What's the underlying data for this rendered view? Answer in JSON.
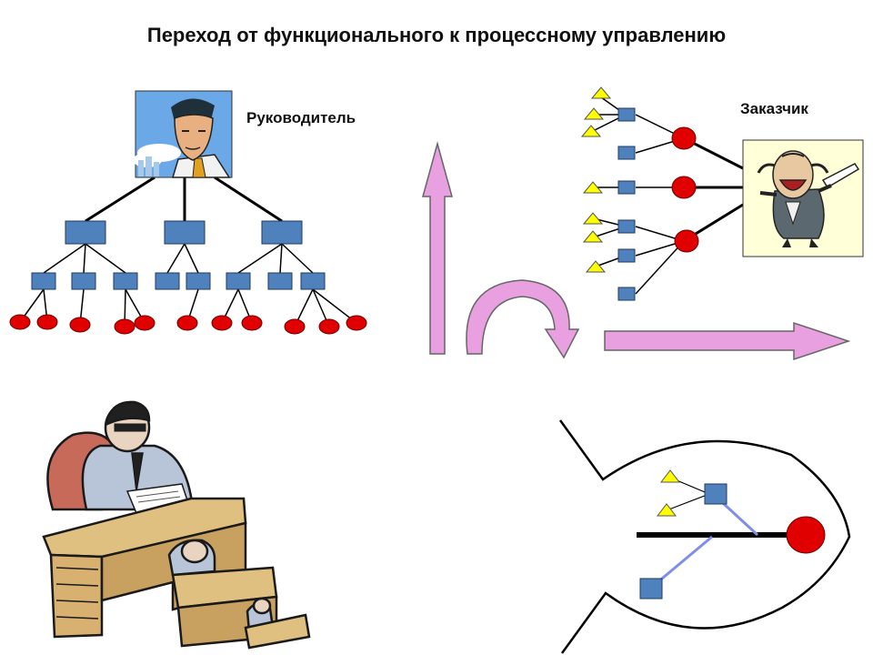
{
  "slide": {
    "title": "Переход от функционального к процессному управлению"
  },
  "labels": {
    "manager": "Руководитель",
    "customer": "Заказчик"
  },
  "colors": {
    "node_blue": "#4f81bd",
    "node_red": "#e00000",
    "triangle_yellow": "#ffff00",
    "arrow_pink": "#e8a0e0",
    "link_blue": "#7f8fe8",
    "customer_bg": "#ffffd8"
  },
  "icons": {
    "manager": "businessman-portrait-icon",
    "customer": "laughing-man-icon",
    "bureaucrat": "bureaucrat-desk-icon"
  }
}
